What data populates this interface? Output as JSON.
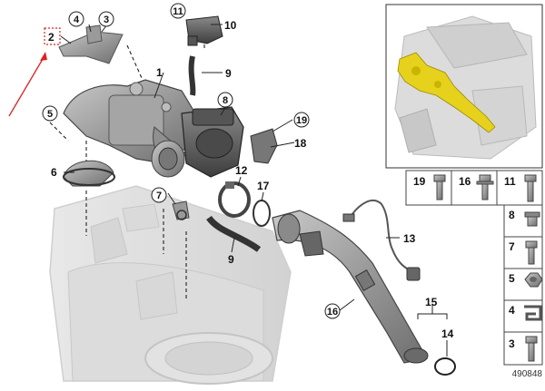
{
  "callouts": {
    "c1": "1",
    "c2": "2",
    "c3": "3",
    "c4": "4",
    "c5": "5",
    "c6": "6",
    "c7": "7",
    "c8": "8",
    "c9a": "9",
    "c9b": "9",
    "c10": "10",
    "c11": "11",
    "c12": "12",
    "c13": "13",
    "c14": "14",
    "c15": "15",
    "c16": "16",
    "c17": "17",
    "c18": "18",
    "c19": "19"
  },
  "hardware_panel": {
    "row": [
      {
        "num": "19",
        "icon": "bolt-icon"
      },
      {
        "num": "16",
        "icon": "flange-bolt-icon"
      },
      {
        "num": "11",
        "icon": "bolt-icon"
      }
    ],
    "column": [
      {
        "num": "8",
        "icon": "flange-nut-icon"
      },
      {
        "num": "7",
        "icon": "stud-icon"
      },
      {
        "num": "5",
        "icon": "hex-nut-icon"
      },
      {
        "num": "4",
        "icon": "clip-icon"
      },
      {
        "num": "3",
        "icon": "bolt-icon"
      }
    ]
  },
  "inset": {
    "highlight_color": "#e6d21c"
  },
  "annotation": {
    "arrow_color": "#e02020"
  },
  "diagram_number": "490848"
}
